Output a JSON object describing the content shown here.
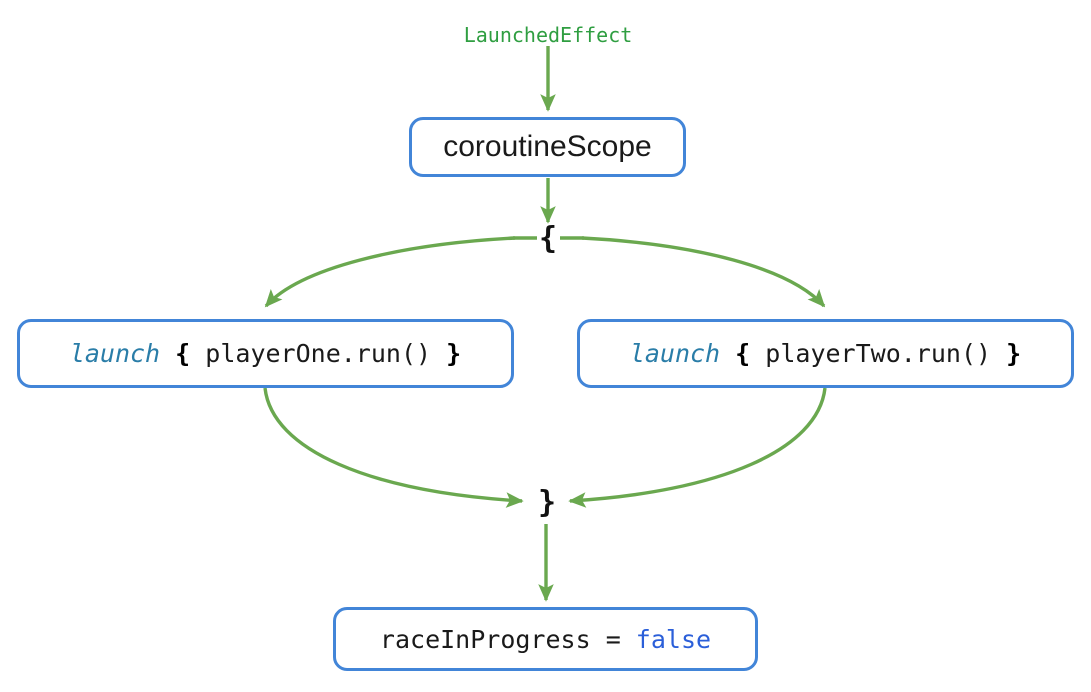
{
  "diagram": {
    "title_label": "LaunchedEffect",
    "colors": {
      "arrow_green": "#6aa84f",
      "node_border_blue": "#4285d8",
      "keyword_blue": "#2a7da8",
      "literal_blue": "#2b5fd9",
      "label_green": "#2f9e41",
      "text_black": "#1a1a1a",
      "background": "#ffffff"
    },
    "nodes": {
      "coroutine_scope": {
        "label": "coroutineScope"
      },
      "open_brace": {
        "label": "{"
      },
      "launch_one": {
        "keyword": "launch",
        "brace_open": "{",
        "body": "playerOne.run()",
        "brace_close": "}"
      },
      "launch_two": {
        "keyword": "launch",
        "brace_open": "{",
        "body": "playerTwo.run()",
        "brace_close": "}"
      },
      "close_brace": {
        "label": "}"
      },
      "race_flag": {
        "assignment": "raceInProgress = ",
        "value": "false"
      }
    }
  }
}
